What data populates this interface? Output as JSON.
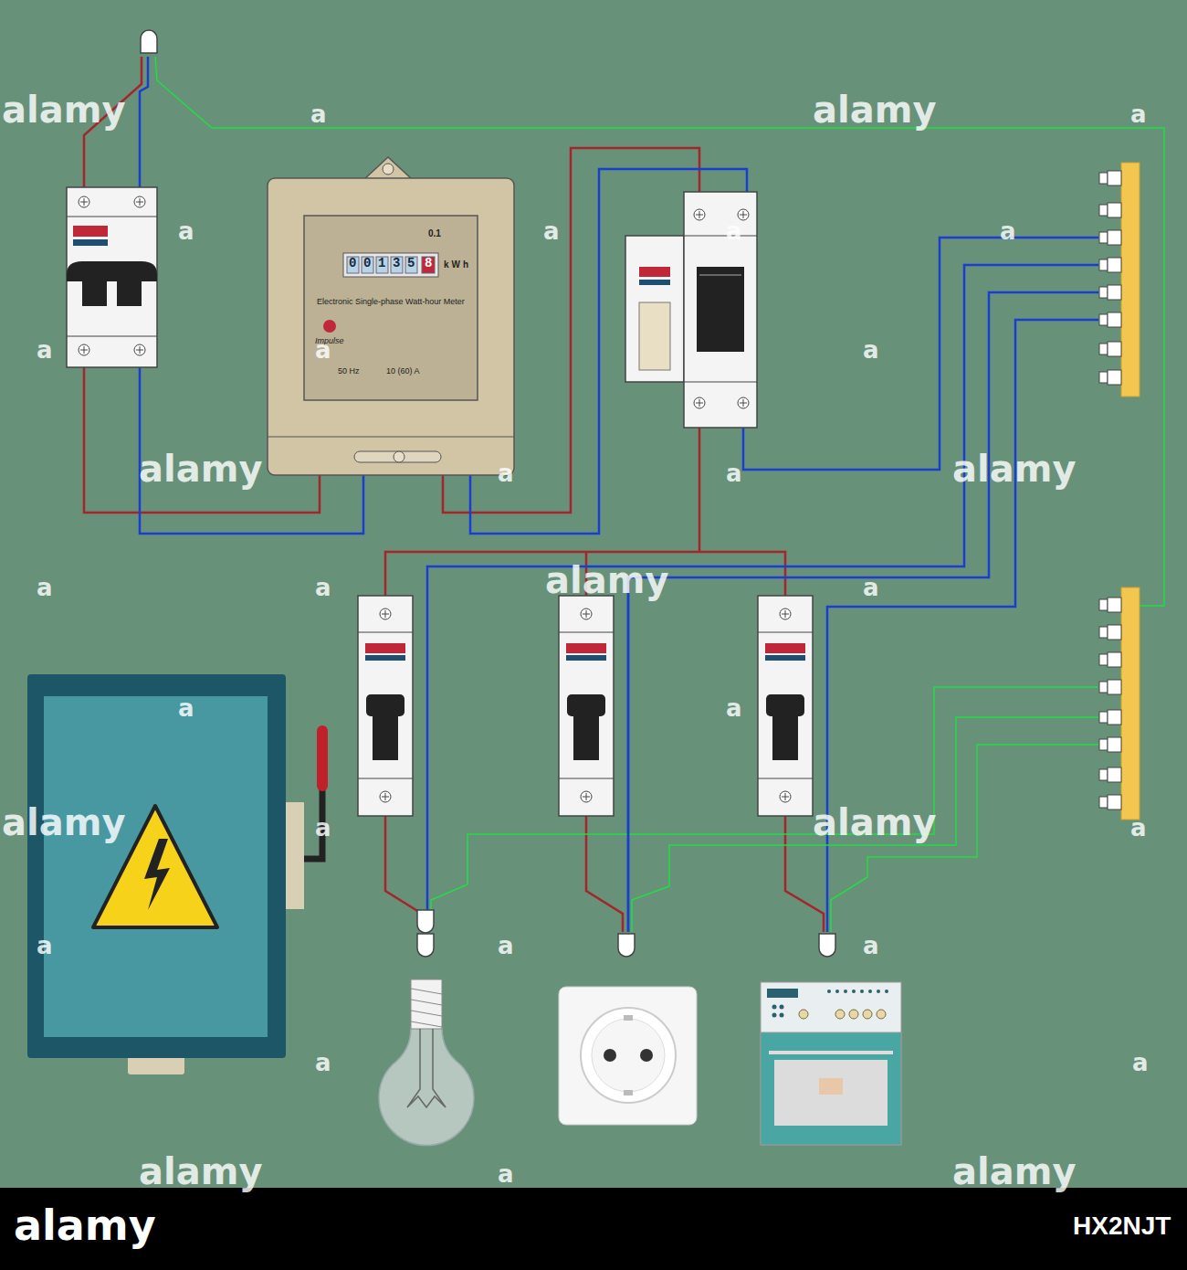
{
  "diagram": {
    "nodes": [
      {
        "text": [
          "0.1",
          "00135",
          "8",
          "kWh",
          "Electronic Single-phase Watt-hour Meter",
          "Impulse",
          "50 Hz",
          "10 (60) A"
        ]
      }
    ],
    "labels": [
      "alamy",
      "a",
      "alamy",
      "a",
      "a",
      "a",
      "a",
      "a",
      "a",
      "a",
      "a",
      "alamy",
      "a",
      "a",
      "alamy",
      "alamy",
      "a",
      "a",
      "a",
      "a",
      "a",
      "alamy",
      "a",
      "alamy",
      "a",
      "a",
      "a",
      "a",
      "a",
      "a",
      "alamy",
      "a",
      "alamy",
      "alamy",
      "HX2NJT"
    ]
  }
}
